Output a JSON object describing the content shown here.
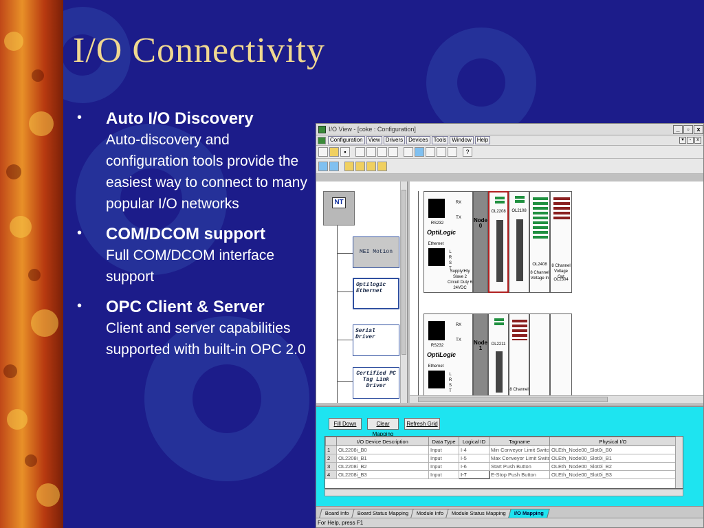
{
  "slide": {
    "title": "I/O Connectivity",
    "bullets": [
      {
        "head": "Auto I/O Discovery",
        "body": "Auto-discovery and configuration tools provide the easiest way to connect to many popular I/O networks"
      },
      {
        "head": "COM/DCOM support",
        "body": "Full COM/DCOM interface support"
      },
      {
        "head": "OPC Client & Server",
        "body": "Client and server capabilities supported with built-in OPC 2.0"
      }
    ],
    "bullet_glyph": "•",
    "colors": {
      "background": "#1c1c8a",
      "title": "#f0d890",
      "text": "#ffffff"
    }
  },
  "window": {
    "title": "I/O View - [coke : Configuration]",
    "buttons": {
      "minimize": "_",
      "restore": "▫",
      "close": "x"
    },
    "menus": [
      "Configuration",
      "View",
      "Drivers",
      "Devices",
      "Tools",
      "Window",
      "Help"
    ],
    "mdi_buttons": [
      "▾",
      "▫",
      "x"
    ],
    "tree": {
      "root_label": "NT",
      "nodes": [
        "MEI Motion",
        "Optilogic Ethernet",
        "Serial Driver",
        "Certified PC Tag Link Driver"
      ]
    },
    "rack": {
      "nodes": [
        {
          "node_label": "Node 0",
          "rx": "RX",
          "tx": "TX",
          "port": "RS232",
          "ethernet": "Ethernet",
          "brand": "Opti",
          "brand_suffix": "Logic",
          "lrst": "L R S T",
          "supply": "Supply/Hty Slave 2 Circuit Duty 6 24VDC",
          "modules": [
            "OL2208",
            "OL2108",
            "OL2408",
            "8 Channel Voltage In",
            "8 Channel Voltage Out",
            "OL2304"
          ]
        },
        {
          "node_label": "Node 1",
          "rx": "RX",
          "tx": "TX",
          "port": "RS232",
          "ethernet": "Ethernet",
          "brand": "Opti",
          "brand_suffix": "Logic",
          "lrst": "L R S T",
          "modules": [
            "OL2211",
            "8 Channel"
          ]
        }
      ]
    },
    "panel": {
      "buttons": [
        "Fill Down",
        "Clear Mapping",
        "Refresh Grid"
      ],
      "columns": [
        "I/O Device Description",
        "Data Type",
        "Logical ID",
        "Tagname",
        "Physical I/O"
      ],
      "rows": [
        {
          "n": "1",
          "desc": "OL2208i_B0",
          "type": "Input",
          "id": "I-4",
          "tag": "Min Conveyor Limit Switch",
          "phys": "OLEth_Node00_Slot0i_B0"
        },
        {
          "n": "2",
          "desc": "OL2208i_B1",
          "type": "Input",
          "id": "I-5",
          "tag": "Max Conveyor Limit Switch",
          "phys": "OLEth_Node00_Slot0i_B1"
        },
        {
          "n": "3",
          "desc": "OL2208i_B2",
          "type": "Input",
          "id": "I-6",
          "tag": "Start Push Button",
          "phys": "OLEth_Node00_Slot0i_B2"
        },
        {
          "n": "4",
          "desc": "OL2208i_B3",
          "type": "Input",
          "id": "I-7",
          "tag": "E-Stop Push Button",
          "phys": "OLEth_Node00_Slot0i_B3"
        }
      ],
      "colors": {
        "background": "#1ee4f0"
      }
    },
    "tabs": [
      "Board Info",
      "Board Status Mapping",
      "Module Info",
      "Module Status Mapping",
      "I/O Mapping"
    ],
    "active_tab": "I/O Mapping",
    "status_text": "For Help, press F1"
  }
}
